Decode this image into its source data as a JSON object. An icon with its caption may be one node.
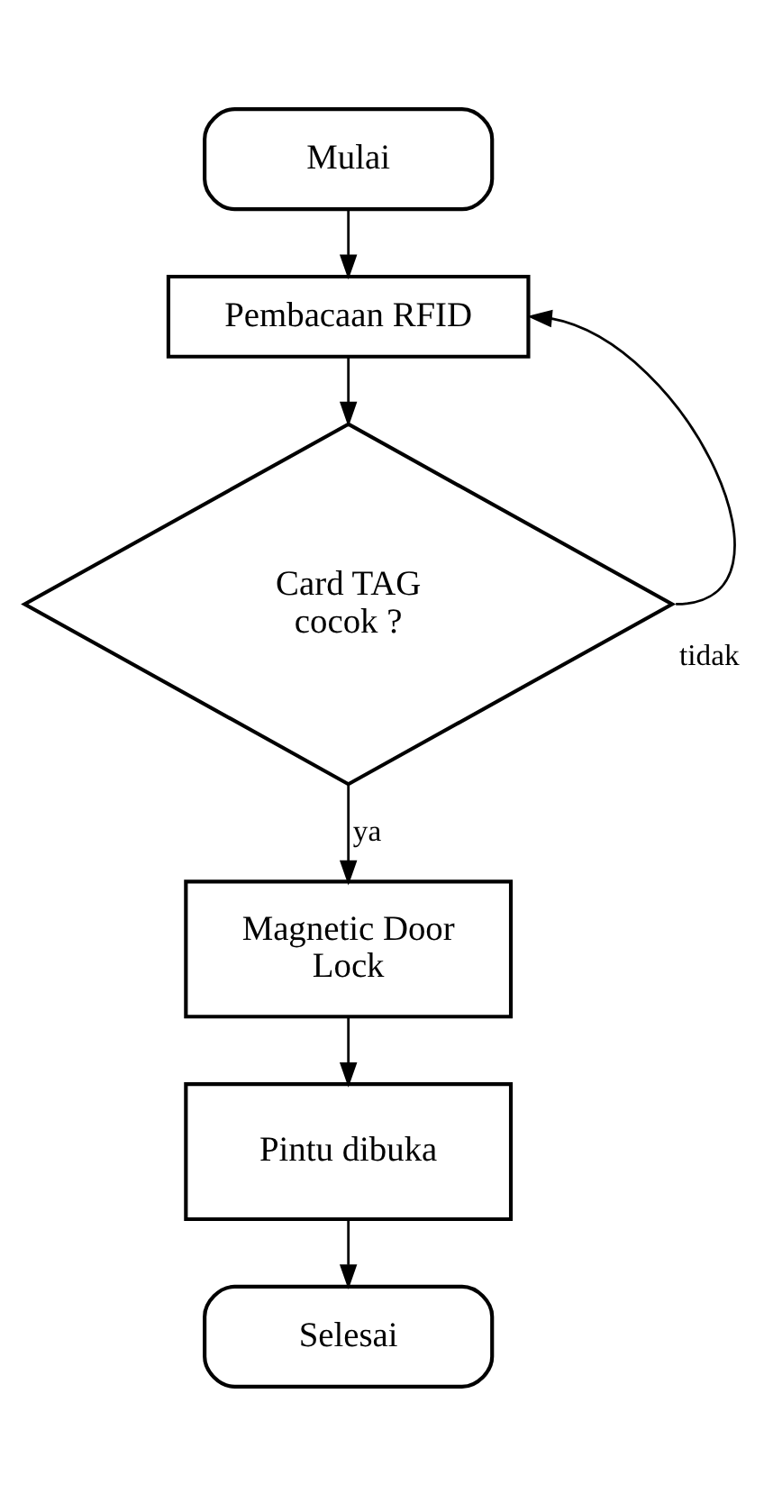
{
  "diagram": {
    "nodes": [
      {
        "text": [
          "Mulai"
        ]
      },
      {
        "text": [
          "Pembacaan RFID"
        ]
      },
      {
        "text": [
          "Card TAG cocok ?"
        ]
      },
      {
        "text": [
          "Magnetic Door Lock"
        ]
      },
      {
        "text": [
          "Pintu dibuka"
        ]
      },
      {
        "text": [
          "Selesai"
        ]
      }
    ],
    "edges": [
      {
        "from": 0,
        "to": 1,
        "arrow": "to"
      },
      {
        "from": 1,
        "to": 2,
        "arrow": "to"
      },
      {
        "from": 2,
        "to": 1,
        "arrow": "to",
        "label": "tidak"
      },
      {
        "from": 2,
        "to": 3,
        "arrow": "to",
        "label": "ya"
      },
      {
        "from": 3,
        "to": 4,
        "arrow": "to"
      },
      {
        "from": 4,
        "to": 5,
        "arrow": "to"
      }
    ]
  }
}
